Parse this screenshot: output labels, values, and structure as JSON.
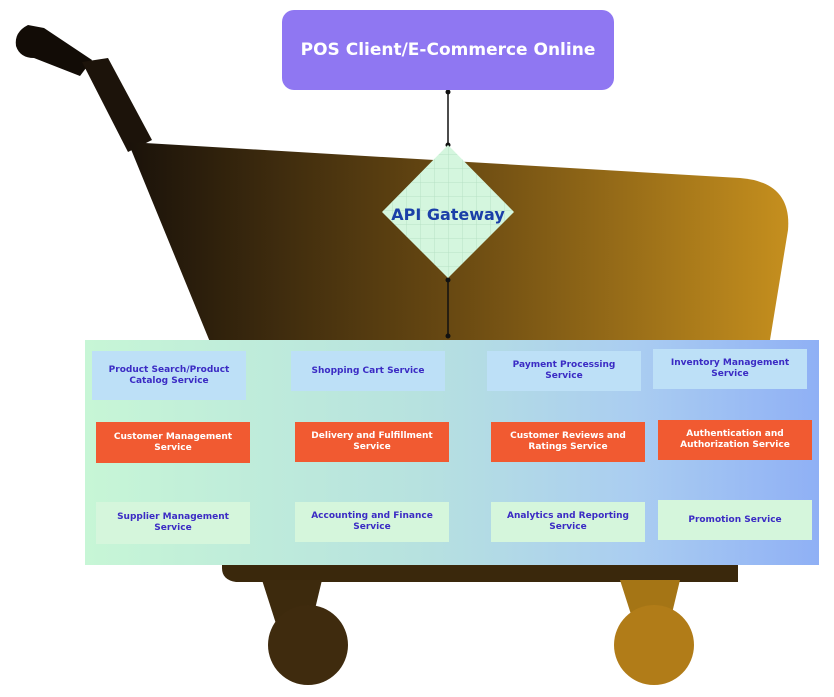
{
  "client": {
    "label": "POS Client/E-Commerce Online"
  },
  "gateway": {
    "label": "API Gateway"
  },
  "services": {
    "row1": [
      "Product Search/Product Catalog Service",
      "Shopping Cart Service",
      "Payment Processing Service",
      "Inventory Management Service"
    ],
    "row2": [
      "Customer Management Service",
      "Delivery and Fulfillment Service",
      "Customer Reviews and Ratings Service",
      "Authentication and Authorization Service"
    ],
    "row3": [
      "Supplier Management Service",
      "Accounting and Finance Service",
      "Analytics and Reporting Service",
      "Promotion Service"
    ]
  },
  "colors": {
    "client_box": "#8f77f2",
    "gateway_diamond": "#d4f6de",
    "service_blue": "#bde0f7",
    "service_orange": "#f15a31",
    "service_mint": "#d5f6dc",
    "cart_dark": "#1f140b",
    "cart_gold": "#c08a1c"
  }
}
